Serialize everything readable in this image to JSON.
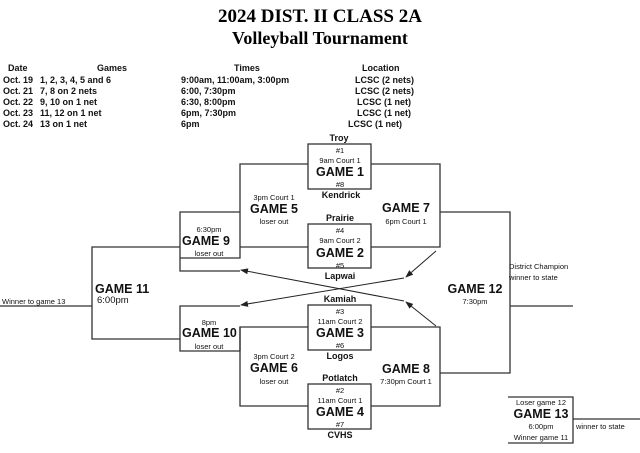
{
  "header": {
    "title": "2024 DIST. II CLASS 2A",
    "subtitle": "Volleyball Tournament"
  },
  "schedule": {
    "columns": [
      "Date",
      "Games",
      "Times",
      "Location"
    ],
    "rows": [
      {
        "date": "Oct. 19",
        "games": "1, 2, 3, 4, 5 and 6",
        "times": "9:00am, 11:00am, 3:00pm",
        "location": "LCSC (2 nets)"
      },
      {
        "date": "Oct. 21",
        "games": "7, 8 on 2 nets",
        "times": "6:00, 7:30pm",
        "location": "LCSC (2 nets)"
      },
      {
        "date": "Oct. 22",
        "games": "9, 10 on 1 net",
        "times": "6:30, 8:00pm",
        "location": "LCSC (1 net)"
      },
      {
        "date": "Oct. 23",
        "games": "11, 12 on 1 net",
        "times": "6pm, 7:30pm",
        "location": "LCSC (1 net)"
      },
      {
        "date": "Oct. 24",
        "games": "13 on 1 net",
        "times": "6pm",
        "location": "LCSC (1 net)"
      }
    ]
  },
  "bracket": {
    "game1": {
      "label": "GAME 1",
      "time": "9am Court 1",
      "top_team": "Troy",
      "top_seed": "#1",
      "bottom_team": "Kendrick",
      "bottom_seed": "#8"
    },
    "game2": {
      "label": "GAME 2",
      "time": "9am Court 2",
      "top_team": "Prairie",
      "top_seed": "#4",
      "bottom_team": "Lapwai",
      "bottom_seed": "#5"
    },
    "game3": {
      "label": "GAME 3",
      "time": "11am Court 2",
      "top_team": "Kamiah",
      "top_seed": "#3",
      "bottom_team": "Logos",
      "bottom_seed": "#6"
    },
    "game4": {
      "label": "GAME 4",
      "time": "11am Court 1",
      "top_team": "Potlatch",
      "top_seed": "#2",
      "bottom_team": "CVHS",
      "bottom_seed": "#7"
    },
    "game5": {
      "label": "GAME 5",
      "time": "3pm Court 1",
      "note": "loser out"
    },
    "game6": {
      "label": "GAME 6",
      "time": "3pm Court 2",
      "note": "loser out"
    },
    "game7": {
      "label": "GAME 7",
      "time": "6pm Court 1"
    },
    "game8": {
      "label": "GAME 8",
      "time": "7:30pm Court 1"
    },
    "game9": {
      "label": "GAME 9",
      "time": "6:30pm",
      "note": "loser out"
    },
    "game10": {
      "label": "GAME 10",
      "time": "8pm",
      "note": "loser out"
    },
    "game11": {
      "label": "GAME 11",
      "time": "6:00pm",
      "outcome": "Winner to game 13"
    },
    "game12": {
      "label": "GAME 12",
      "time": "7:30pm",
      "outcome_line1": "District Champion",
      "outcome_line2": "winner to state"
    },
    "game13": {
      "label": "GAME 13",
      "time": "6:00pm",
      "top_note": "Loser game 12",
      "bottom_note": "Winner game 11",
      "outcome": "winner to state"
    }
  }
}
